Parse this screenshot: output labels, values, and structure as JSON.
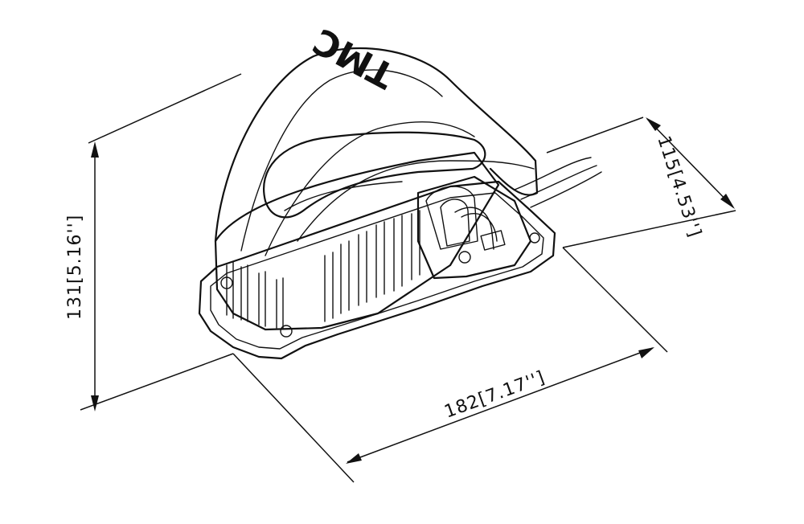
{
  "dimensions": {
    "height_label": "131[5.16'']",
    "width_label": "182[7.17'']",
    "depth_label": "115[4.53'']"
  },
  "product": {
    "logo_text": "TMC"
  }
}
